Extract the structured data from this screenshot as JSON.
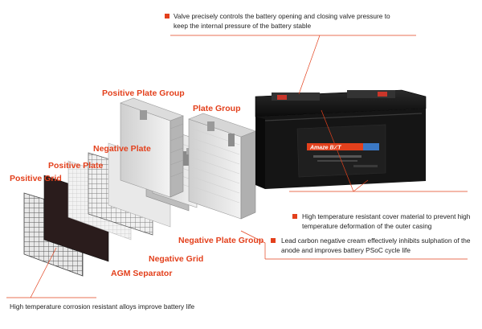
{
  "colors": {
    "accent": "#e3401c",
    "battery": "#141414",
    "text": "#222222"
  },
  "labels": {
    "positive_plate_group": "Positive Plate Group",
    "plate_group": "Plate Group",
    "negative_plate": "Negative Plate",
    "positive_plate": "Positive Plate",
    "positive_grid": "Positive Grid",
    "negative_plate_group": "Negative Plate Group",
    "negative_grid": "Negative Grid",
    "agm_separator": "AGM Separator"
  },
  "notes": {
    "valve_line1": "Valve precisely controls the battery opening and closing valve pressure to",
    "valve_line2": "keep the internal pressure of  the battery stable",
    "cover_line1": "High temperature resistant cover material to prevent high",
    "cover_line2": "temperature deformation of the outer casing",
    "cream_line1": "Lead carbon negative cream effectively inhibits sulphation of the",
    "cream_line2": "anode and improves battery PSoC cycle life",
    "alloy": "High temperature corrosion resistant alloys improve battery life"
  },
  "battery": {
    "brand": "Amaze BXT"
  }
}
